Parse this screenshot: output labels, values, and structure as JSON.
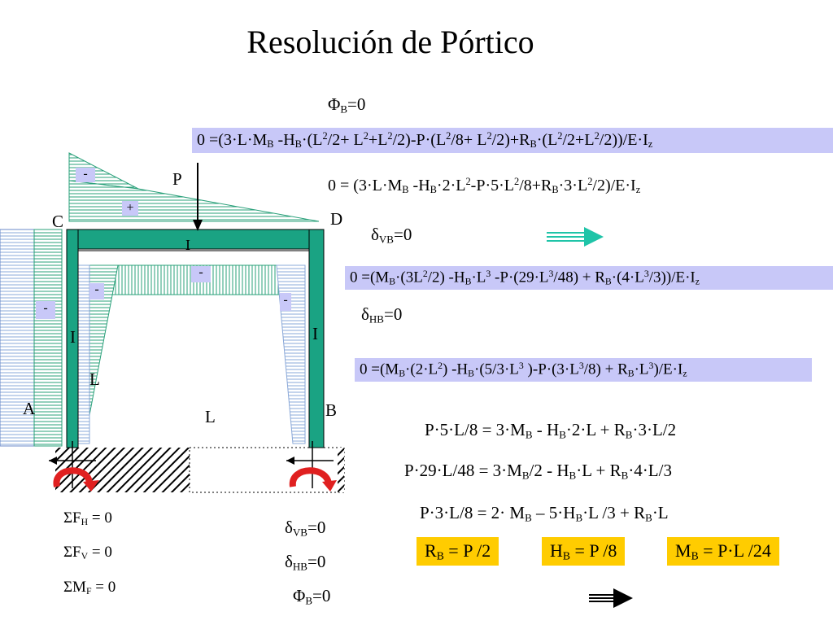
{
  "title": "Resolución de Pórtico",
  "labels": {
    "C": "C",
    "D": "D",
    "A": "A",
    "B": "B",
    "P": "P",
    "I_beam": "I",
    "I_left": "I",
    "I_right": "I",
    "L_left": "L",
    "L_bottom": "L",
    "minus": "-",
    "plus": "+"
  },
  "conditions_top": {
    "phi": "Φ",
    "phi_sub": "B",
    "phi_val": "=0",
    "dv": "δ",
    "dv_sub": "VB",
    "dv_val": "=0",
    "dh": "δ",
    "dh_sub": "HB",
    "dh_val": "=0"
  },
  "equations": {
    "eq1": {
      "p1": "0 =(3·L·M",
      "s1": "B",
      "p2": " -H",
      "s2": "B",
      "p3": "·(L",
      "e1": "2",
      "p4": "/2+ L",
      "e2": "2",
      "p5": "+L",
      "e3": "2",
      "p6": "/2)-P·(L",
      "e4": "2",
      "p7": "/8+ L",
      "e5": "2",
      "p8": "/2)+R",
      "s3": "B",
      "p9": "·(L",
      "e6": "2",
      "p10": "/2+L",
      "e7": "2",
      "p11": "/2))/E·I",
      "s4": "z"
    },
    "eq2": {
      "p1": "0 = (3·L·M",
      "s1": "B",
      "p2": " -H",
      "s2": "B",
      "p3": "·2·L",
      "e1": "2",
      "p4": "-P·5·L",
      "e2": "2",
      "p5": "/8+R",
      "s3": "B",
      "p6": "·3·L",
      "e3": "2",
      "p7": "/2)/E·I",
      "s4": "z"
    },
    "eq3": {
      "p1": "0 =(M",
      "s1": "B",
      "p2": "·(3L",
      "e1": "2",
      "p3": "/2) -H",
      "s2": "B",
      "p4": "·L",
      "e2": "3",
      "p5": " -P·(29·L",
      "e3": "3",
      "p6": "/48) + R",
      "s3": "B",
      "p7": "·(4·L",
      "e4": "3",
      "p8": "/3))/E·I",
      "s4": "z"
    },
    "eq4": {
      "p1": "0 =(M",
      "s1": "B",
      "p2": "·(2·L",
      "e1": "2",
      "p3": ") -H",
      "s2": "B",
      "p4": "·(5/3·L",
      "e2": "3",
      "p5": " )-P·(3·L",
      "e3": "3",
      "p6": "/8) + R",
      "s3": "B",
      "p7": "·L",
      "e4": "3",
      "p8": ")/E·I",
      "s4": "z"
    },
    "r1": {
      "p1": "P·5·L/8 = 3·M",
      "s1": "B",
      "p2": " - H",
      "s2": "B",
      "p3": "·2·L + R",
      "s3": "B",
      "p4": "·3·L/2"
    },
    "r2": {
      "p1": "P·29·L/48 = 3·M",
      "s1": "B",
      "p2": "/2 - H",
      "s2": "B",
      "p3": "·L + R",
      "s3": "B",
      "p4": "·4·L/3"
    },
    "r3": {
      "p1": "P·3·L/8  = 2·  M",
      "s1": "B",
      "p2": " – 5·H",
      "s2": "B",
      "p3": "·L /3 + R",
      "s3": "B",
      "p4": "·L"
    }
  },
  "results": [
    {
      "p1": "R",
      "s": "B",
      "p2": " = P /2"
    },
    {
      "p1": "H",
      "s": "B",
      "p2": " = P /8"
    },
    {
      "p1": "M",
      "s": "B",
      "p2": " = P·L /24"
    }
  ],
  "statics": [
    {
      "p1": "ΣF",
      "s": "H",
      "p2": " = 0"
    },
    {
      "p1": "ΣF",
      "s": "V",
      "p2": " = 0"
    },
    {
      "p1": "ΣM",
      "s": "F",
      "p2": " = 0"
    }
  ],
  "conditions_bottom": [
    {
      "p1": "δ",
      "s": "VB",
      "p2": "=0"
    },
    {
      "p1": "δ",
      "s": "HB",
      "p2": "=0"
    },
    {
      "p1": "Φ",
      "s": "B",
      "p2": "=0"
    }
  ],
  "colors": {
    "frame": "#1aa383",
    "box": "#c8c8f8",
    "result": "#ffcc00",
    "arrow": "#1fc4a8",
    "moment": "#e02020"
  }
}
